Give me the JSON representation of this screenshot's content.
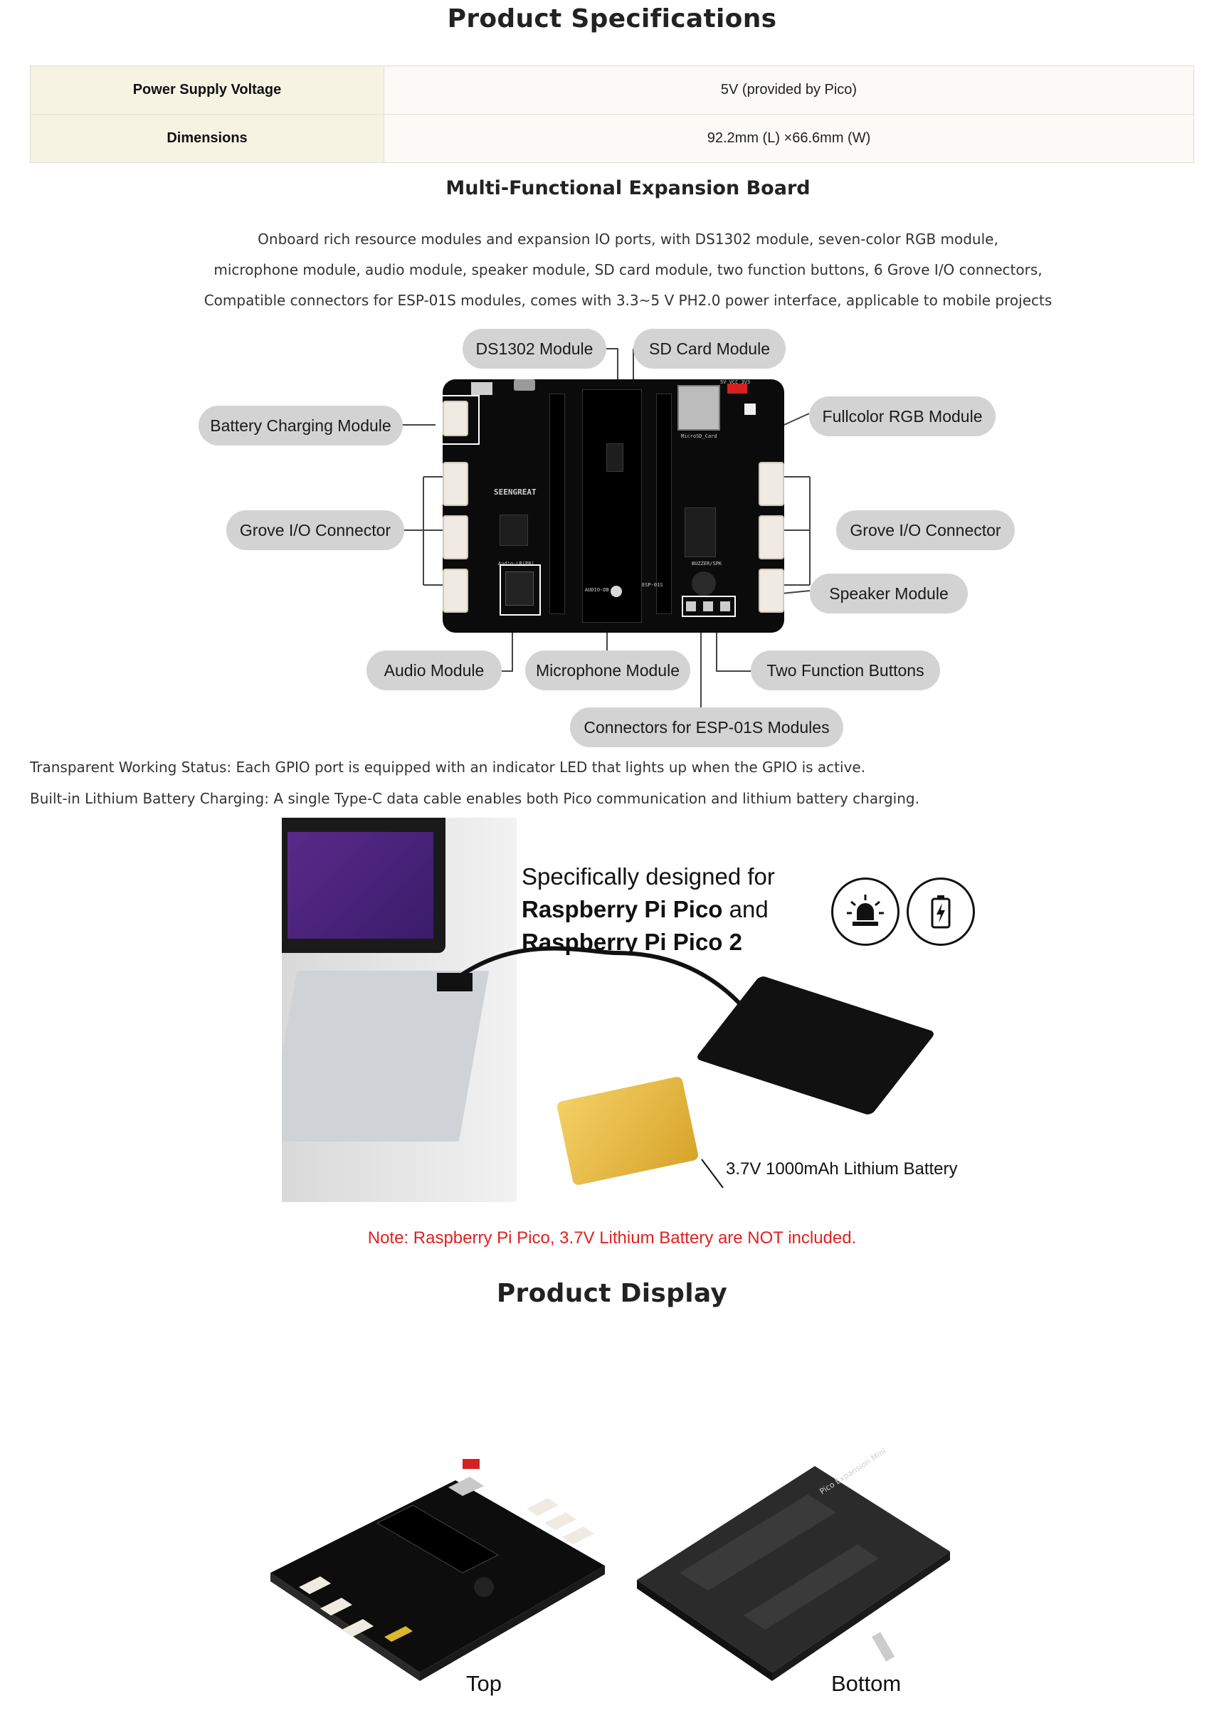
{
  "spec_section": {
    "title": "Product Specifications",
    "rows": [
      {
        "label": "Power Supply Voltage",
        "value": "5V (provided by Pico)"
      },
      {
        "label": "Dimensions",
        "value": "92.2mm (L) ×66.6mm (W)"
      }
    ]
  },
  "expansion": {
    "title": "Multi-Functional Expansion Board",
    "description": [
      "Onboard rich resource modules and expansion IO ports, with DS1302 module, seven-color RGB module,",
      "microphone module, audio module, speaker module, SD card module, two function buttons, 6 Grove I/O connectors,",
      "Compatible connectors for ESP-01S modules, comes with 3.3~5 V PH2.0 power interface, applicable to mobile projects"
    ],
    "callouts": {
      "ds1302": "DS1302 Module",
      "sd_card": "SD Card Module",
      "battery_charging": "Battery Charging Module",
      "rgb": "Fullcolor RGB Module",
      "grove_left": "Grove I/O Connector",
      "grove_right": "Grove I/O Connector",
      "speaker": "Speaker Module",
      "audio": "Audio Module",
      "microphone": "Microphone Module",
      "buttons": "Two Function Buttons",
      "esp01s": "Connectors for ESP-01S Modules"
    },
    "board_silk": {
      "brand": "SEENGREAT",
      "sd_label": "MicroSD_Card",
      "buzzer": "BUZZER/SPK",
      "audio": "Audio-LR(P8)",
      "mic": "AUDIO-DB",
      "esp": "ESP-01S",
      "pwr": "5V VCC 3V3"
    }
  },
  "features": [
    "Transparent Working Status: Each GPIO port is equipped with an indicator LED that lights up when the GPIO is active.",
    "Built-in Lithium Battery Charging: A single Type-C data cable enables both Pico communication and lithium battery charging."
  ],
  "promo": {
    "headline_line1": "Specifically designed for",
    "headline_line2": "Raspberry Pi Pico",
    "headline_and": " and",
    "headline_line3": "Raspberry Pi Pico 2",
    "battery_label": "3.7V 1000mAh Lithium Battery",
    "icons": [
      "alarm-light-icon",
      "battery-charging-icon"
    ]
  },
  "note": "Note: Raspberry Pi Pico, 3.7V Lithium Battery are NOT included.",
  "display": {
    "title": "Product Display",
    "top_label": "Top",
    "bottom_label": "Bottom",
    "bottom_silk": "Pico Expansion Mini"
  },
  "colors": {
    "table_key_bg": "#f6f3e3",
    "pill_bg": "#d3d3d3",
    "note": "#e02020"
  }
}
